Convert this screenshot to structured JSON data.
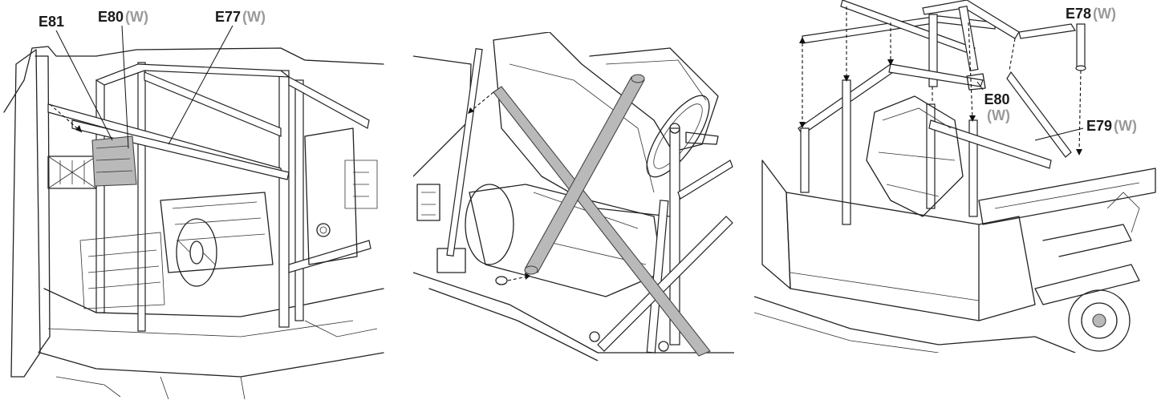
{
  "diagram": {
    "panels": [
      {
        "labels": [
          {
            "part": "E81",
            "suffix": ""
          },
          {
            "part": "E80",
            "suffix": "(W)"
          },
          {
            "part": "E77",
            "suffix": "(W)"
          }
        ]
      },
      {
        "labels": []
      },
      {
        "labels": [
          {
            "part": "E78",
            "suffix": "(W)"
          },
          {
            "part": "E80",
            "suffix": "(W)"
          },
          {
            "part": "E79",
            "suffix": "(W)"
          }
        ]
      }
    ],
    "colors": {
      "line": "#222222",
      "highlight_part": "#b9b9b9",
      "material_suffix": "#9a9a9a"
    }
  }
}
